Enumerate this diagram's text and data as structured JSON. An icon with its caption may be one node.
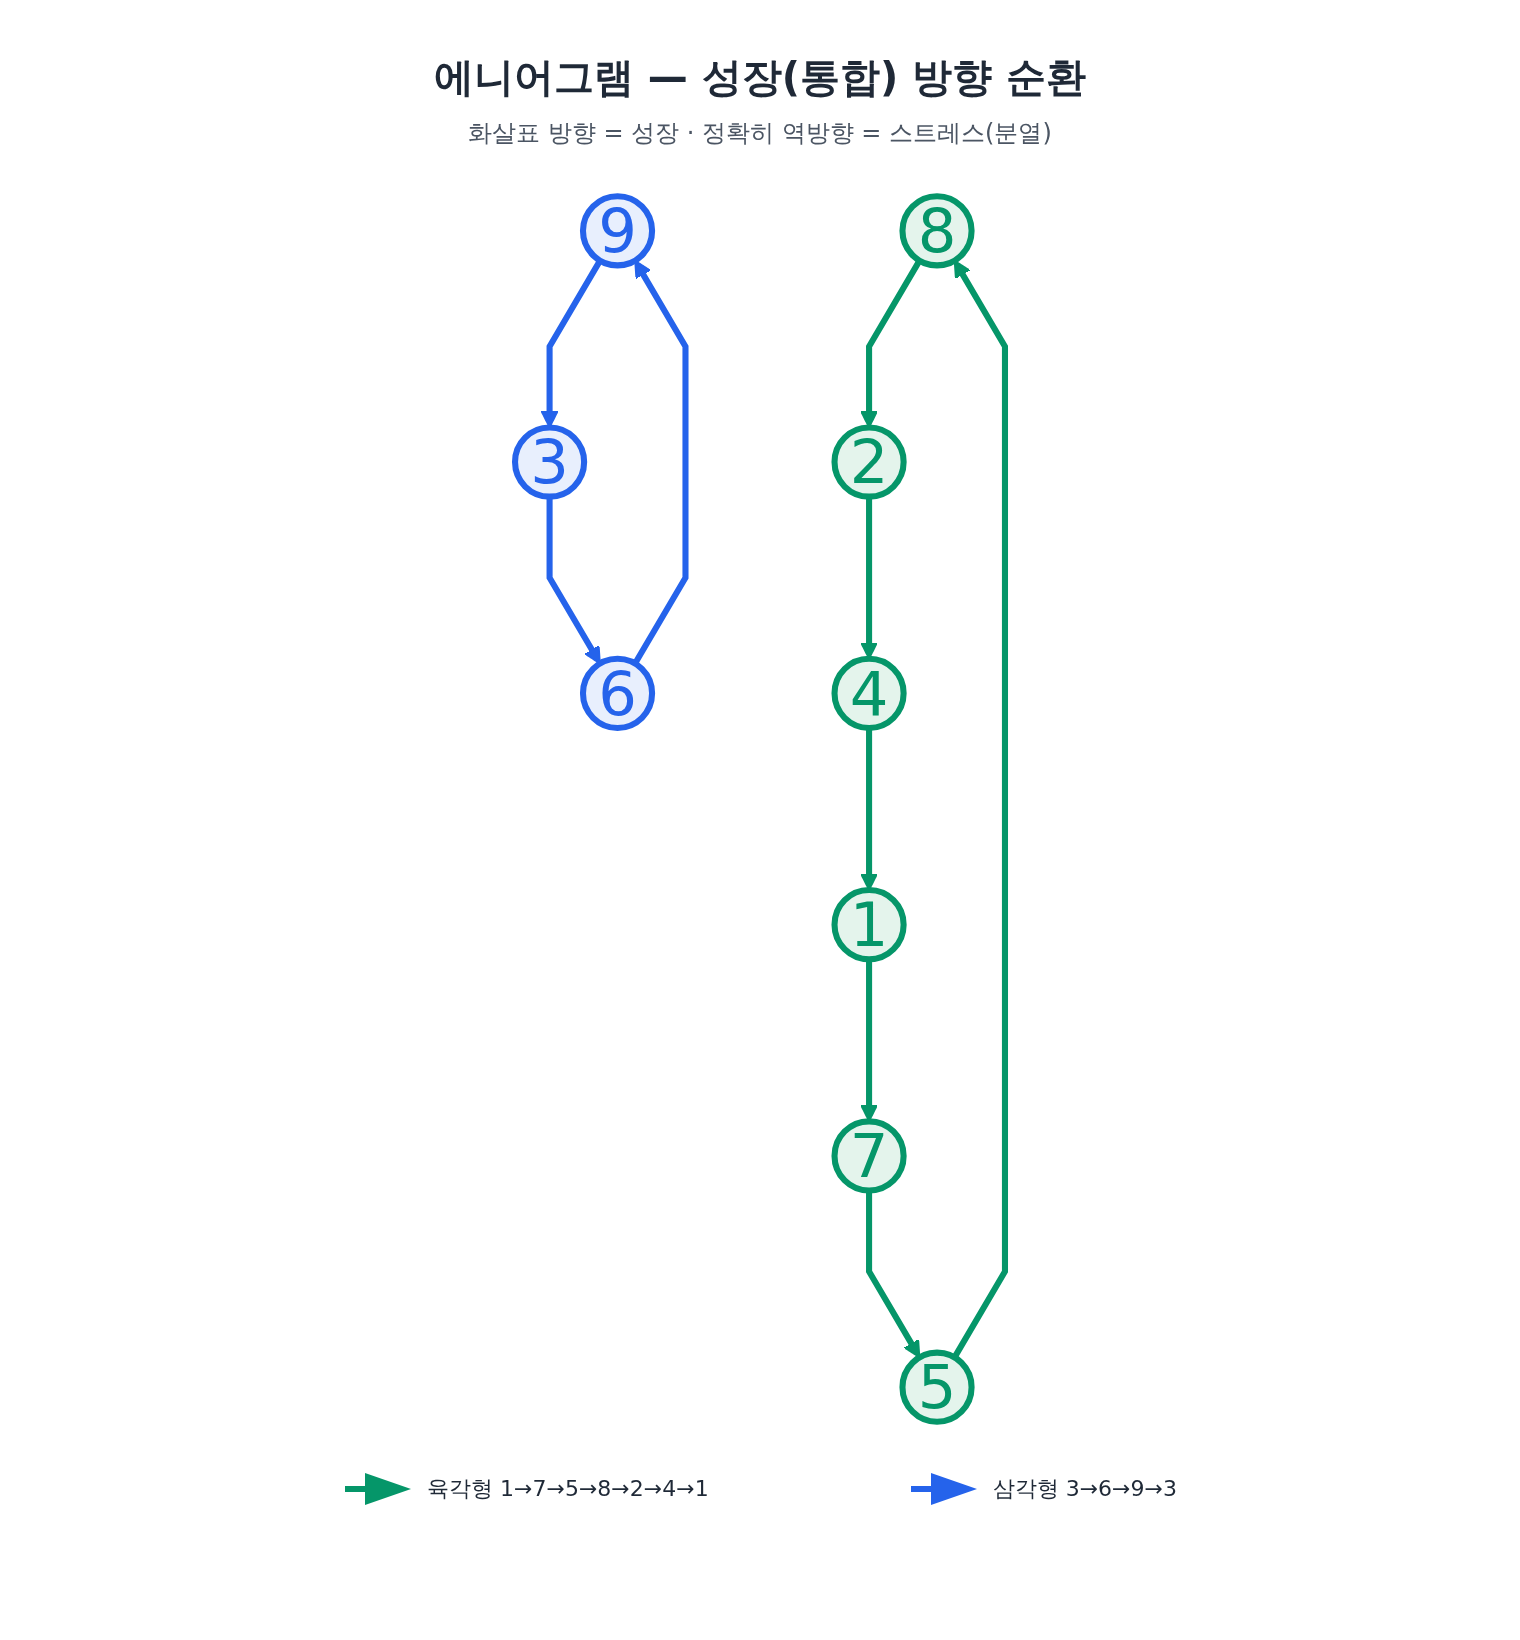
{
  "diagram": {
    "title": "에니어그램 — 성장(통합) 방향 순환",
    "caption": "화살표 방향 = 성장 · 정확히 역방향 = 스트레스(분열)",
    "nodes": [
      {
        "text": [
          "9"
        ]
      },
      {
        "text": [
          "8"
        ]
      },
      {
        "text": [
          "1"
        ]
      },
      {
        "text": [
          "7"
        ]
      },
      {
        "text": [
          "2"
        ]
      },
      {
        "text": [
          "6"
        ]
      },
      {
        "text": [
          "3"
        ]
      },
      {
        "text": [
          "5"
        ]
      },
      {
        "text": [
          "4"
        ]
      }
    ],
    "edges": [
      {
        "from": 2,
        "to": 3,
        "arrow": "to"
      },
      {
        "from": 3,
        "to": 7,
        "arrow": "to"
      },
      {
        "from": 7,
        "to": 1,
        "arrow": "to"
      },
      {
        "from": 1,
        "to": 4,
        "arrow": "to"
      },
      {
        "from": 4,
        "to": 8,
        "arrow": "to"
      },
      {
        "from": 8,
        "to": 2,
        "arrow": "to"
      },
      {
        "from": 6,
        "to": 5,
        "arrow": "to",
        "color": "#2563eb"
      },
      {
        "from": 5,
        "to": 0,
        "arrow": "to",
        "color": "#2563eb"
      },
      {
        "from": 0,
        "to": 6,
        "arrow": "to",
        "color": "#2563eb"
      }
    ],
    "legend": [
      {
        "text": "육각형 1→7→5→8→2→4→1"
      },
      {
        "text": "삼각형 3→6→9→3"
      }
    ]
  }
}
